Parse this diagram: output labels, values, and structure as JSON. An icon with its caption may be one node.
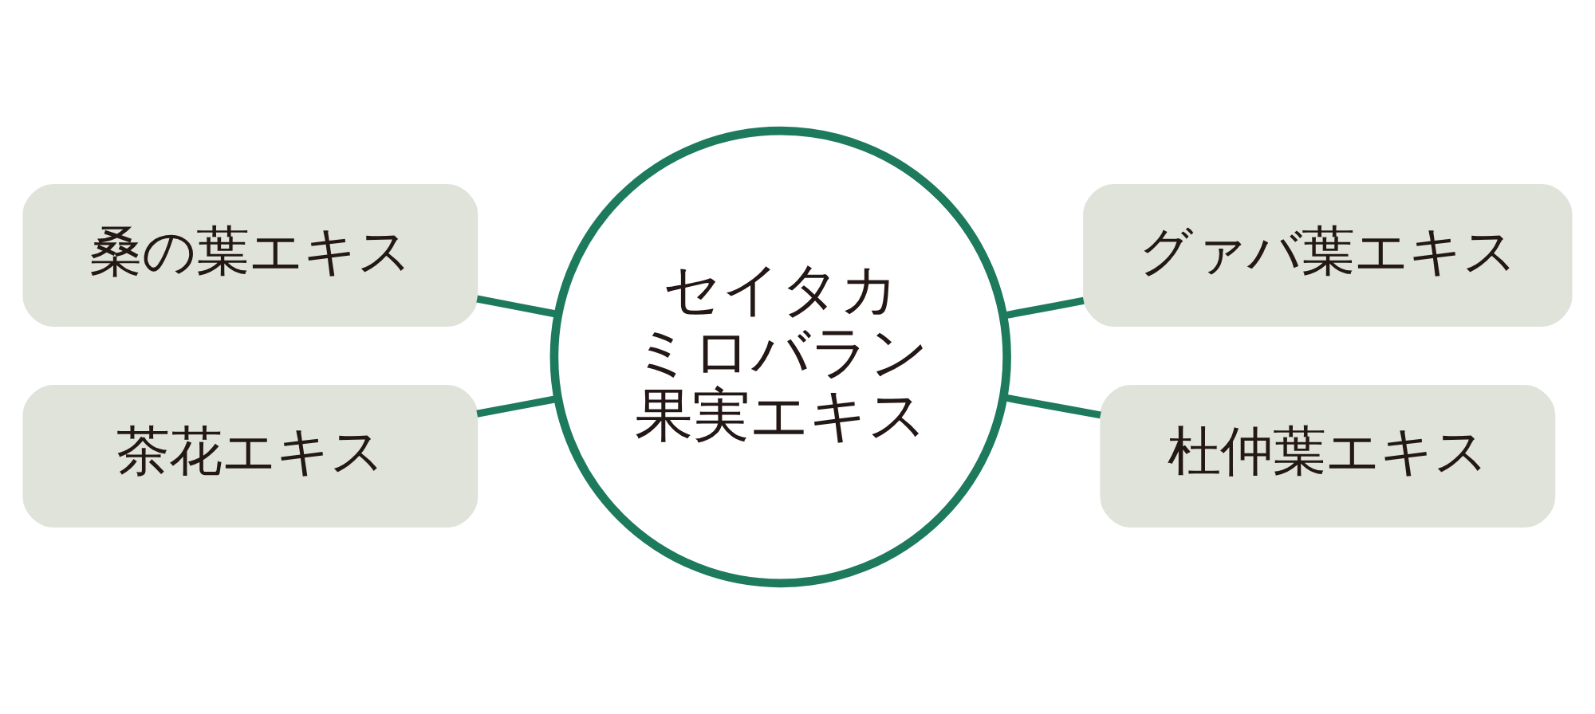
{
  "diagram": {
    "nodes": [
      {
        "text": [
          "桑の葉エキス"
        ]
      },
      {
        "text": [
          "茶花エキス"
        ]
      },
      {
        "text": [
          "セイタカミロバラン果実エキス"
        ]
      },
      {
        "text": [
          "グァバ葉エキス"
        ]
      },
      {
        "text": [
          "杜仲葉エキス"
        ]
      }
    ],
    "edges": [
      {
        "from": 0,
        "to": 2,
        "arrow": "none"
      },
      {
        "from": 1,
        "to": 2,
        "arrow": "none"
      },
      {
        "from": 2,
        "to": 3,
        "arrow": "none"
      },
      {
        "from": 2,
        "to": 4,
        "arrow": "none"
      }
    ]
  }
}
